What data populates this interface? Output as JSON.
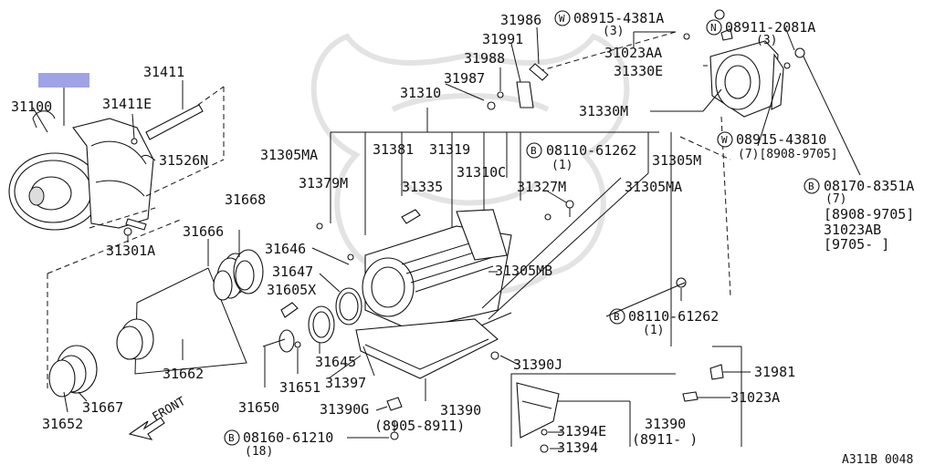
{
  "diagram": {
    "highlight_color": "#9fa3e6",
    "labels": {
      "l31100": "31100",
      "l31411": "31411",
      "l31411e": "31411E",
      "l31526n": "31526N",
      "l31301a": "31301A",
      "l31668": "31668",
      "l31666": "31666",
      "l31662": "31662",
      "l31667": "31667",
      "l31652": "31652",
      "front": "FRONT",
      "l31310": "31310",
      "l31305ma_a": "31305MA",
      "l31381": "31381",
      "l31319": "31319",
      "l31310c": "31310C",
      "l31379m": "31379M",
      "l31335": "31335",
      "l31327m": "31327M",
      "l31305m": "31305M",
      "l31305ma_b": "31305MA",
      "l31646": "31646",
      "l31647": "31647",
      "l31605x": "31605X",
      "l31305mb": "31305MB",
      "l31645": "31645",
      "l31397": "31397",
      "l31650": "31650",
      "l31651": "31651",
      "l31390g": "31390G",
      "l31390": "31390",
      "l31390_range": "(8905-8911)",
      "l31390j": "31390J",
      "l31986": "31986",
      "l31991": "31991",
      "l31988": "31988",
      "l31987": "31987",
      "l08915_4381a": "08915-4381A",
      "l08915_4381a_q": "(3)",
      "l31023aa": "31023AA",
      "l31330e": "31330E",
      "l08911_2081a": "08911-2081A",
      "l08911_2081a_q": "(3)",
      "l31330m": "31330M",
      "l08915_43810": "08915-43810",
      "l08915_43810_q": "(7)[8908-9705]",
      "l08170_8351a": "08170-8351A",
      "l08170_8351a_q": "(7)",
      "l08170_range": "[8908-9705]",
      "l31023ab": "31023AB",
      "l31023ab_range": "[9705-    ]",
      "l08110_61262_a": "08110-61262",
      "l08110_61262_a_q": "(1)",
      "l08110_61262_b": "08110-61262",
      "l08110_61262_b_q": "(1)",
      "l31981": "31981",
      "l31023a": "31023A",
      "l31394e": "31394E",
      "l31390_b": "31390",
      "l31390_b_range": "(8911-    )",
      "l31394": "31394",
      "l08160_61210": "08160-61210",
      "l08160_61210_q": "(18)",
      "ref_code": "A311B 0048"
    },
    "badges": {
      "w": "W",
      "n": "N",
      "b": "B"
    }
  }
}
